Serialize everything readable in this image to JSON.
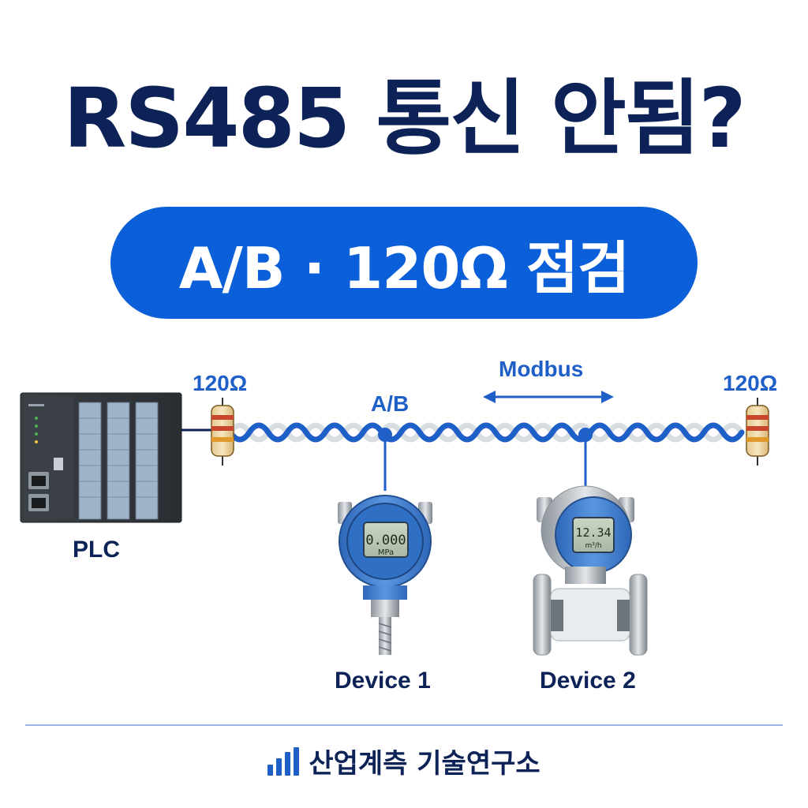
{
  "title": "RS485 통신 안됨?",
  "subtitle": "A/B · 120Ω 점검",
  "diagram": {
    "resistor_left_label": "120Ω",
    "resistor_right_label": "120Ω",
    "bus_label": "A/B",
    "protocol_label": "Modbus",
    "plc_label": "PLC",
    "device1_label": "Device 1",
    "device2_label": "Device 2",
    "device1_display_value": "0.000",
    "device1_display_unit": "MPa",
    "device2_display_value": "12.34",
    "device2_display_unit": "m³/h"
  },
  "footer": {
    "brand": "산업계측 기술연구소",
    "logo_icon": "bar-chart-icon"
  },
  "colors": {
    "title": "#0d2257",
    "pill": "#0b5fd9",
    "accent": "#1f5fc8",
    "device_blue": "#3d7fd0"
  }
}
